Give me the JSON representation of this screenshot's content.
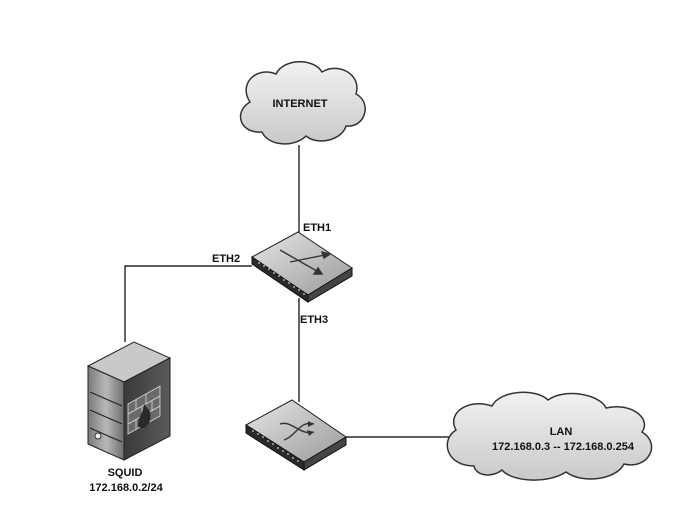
{
  "nodes": {
    "internet": {
      "label": "INTERNET"
    },
    "lan": {
      "label": "LAN",
      "range": "172.168.0.3 -- 172.168.0.254"
    },
    "squid": {
      "label": "SQUID",
      "address": "172.168.0.2/24"
    },
    "router": {
      "icon": "router-icon"
    },
    "switch": {
      "icon": "switch-icon"
    },
    "server": {
      "icon": "firewall-server-icon"
    }
  },
  "interfaces": {
    "eth1": "ETH1",
    "eth2": "ETH2",
    "eth3": "ETH3"
  },
  "colors": {
    "cloud_fill": "#dcdcdc",
    "cloud_stroke": "#333333",
    "device_top": "#c8c8c8",
    "device_front": "#2a2a2a",
    "line": "#000000"
  }
}
